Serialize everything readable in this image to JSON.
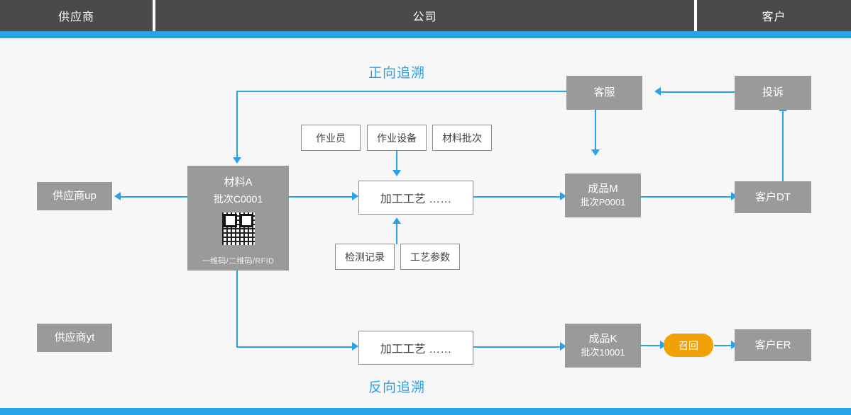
{
  "lanes": [
    {
      "label": "供应商"
    },
    {
      "label": "公司"
    },
    {
      "label": "客户"
    }
  ],
  "labels": {
    "forward": "正向追溯",
    "reverse": "反向追溯"
  },
  "nodes": {
    "supplier_up": {
      "label": "供应商up"
    },
    "supplier_yt": {
      "label": "供应商yt"
    },
    "material": {
      "name": "材料A",
      "batch": "批次C0001",
      "code_types": "一维码/二维码/RFID",
      "qr_name": "qr-code-icon"
    },
    "operator": {
      "label": "作业员"
    },
    "equipment": {
      "label": "作业设备"
    },
    "material_batch": {
      "label": "材料批次"
    },
    "process_top": {
      "label": "加工工艺  ……"
    },
    "inspection": {
      "label": "检测记录"
    },
    "process_params": {
      "label": "工艺参数"
    },
    "product_m": {
      "name": "成品M",
      "batch": "批次P0001"
    },
    "customer_service": {
      "label": "客服"
    },
    "complaint": {
      "label": "投诉"
    },
    "customer_dt": {
      "label": "客户DT"
    },
    "process_bottom": {
      "label": "加工工艺  ……"
    },
    "product_k": {
      "name": "成品K",
      "batch": "批次10001"
    },
    "recall": {
      "label": "召回"
    },
    "customer_er": {
      "label": "客户ER"
    }
  },
  "colors": {
    "accent": "#29a3e8",
    "header": "#4a4a4a",
    "node": "#9a9a9a",
    "recall": "#f2a007",
    "background": "#f7f7f7"
  }
}
